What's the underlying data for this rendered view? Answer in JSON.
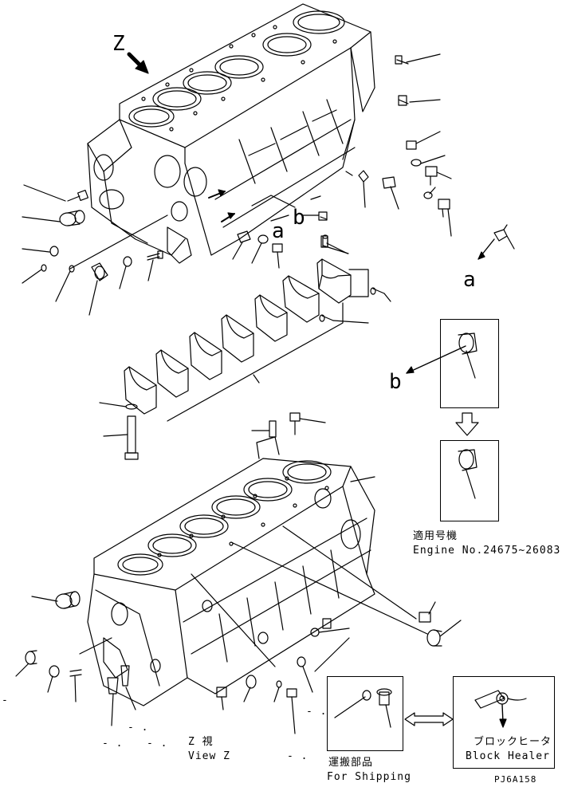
{
  "labels": {
    "z_marker": "Z",
    "callout_a_upper": "a",
    "callout_b_upper": "b",
    "callout_a_right": "a",
    "callout_b_right": "b",
    "applicable_jp": "適用号機",
    "engine_no": "Engine No.24675~26083",
    "view_jp": "Z 視",
    "view_en": "View Z",
    "shipping_jp": "運搬部品",
    "shipping_en": "For Shipping",
    "heater_jp": "ブロックヒータ",
    "heater_en": "Block Healer",
    "drawing_code": "PJ6A158",
    "dash_1": "-",
    "dash_2": "- .",
    "dash_3": "- .",
    "dash_4": "- .",
    "dash_5": "- .",
    "dash_6": "- ."
  }
}
